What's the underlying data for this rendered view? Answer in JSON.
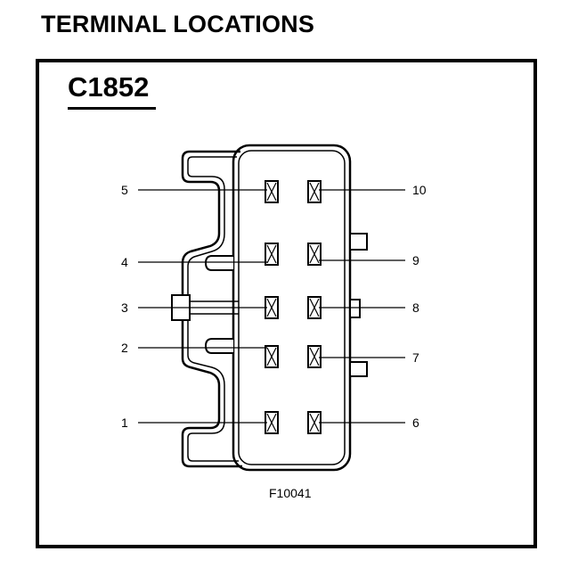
{
  "title": "TERMINAL LOCATIONS",
  "connector": {
    "id": "C1852"
  },
  "terminals": [
    {
      "number": "1"
    },
    {
      "number": "2"
    },
    {
      "number": "3"
    },
    {
      "number": "4"
    },
    {
      "number": "5"
    },
    {
      "number": "6"
    },
    {
      "number": "7"
    },
    {
      "number": "8"
    },
    {
      "number": "9"
    },
    {
      "number": "10"
    }
  ],
  "figure_code": "F10041"
}
